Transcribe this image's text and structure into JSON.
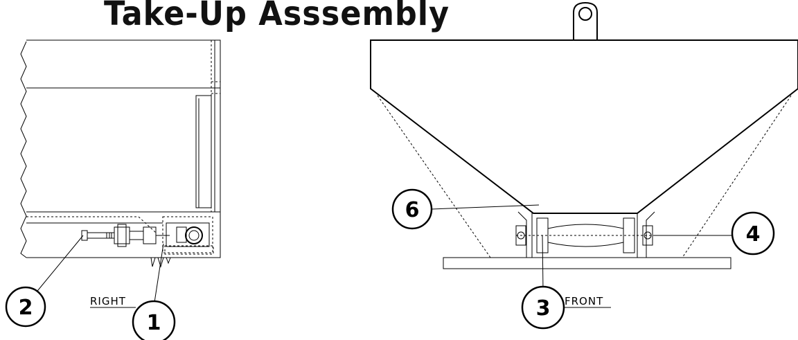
{
  "title": "Take-Up Asssembly",
  "views": {
    "right": "RIGHT",
    "front": "FRONT"
  },
  "callouts": {
    "c1": "1",
    "c2": "2",
    "c3": "3",
    "c4": "4",
    "c6": "6"
  }
}
